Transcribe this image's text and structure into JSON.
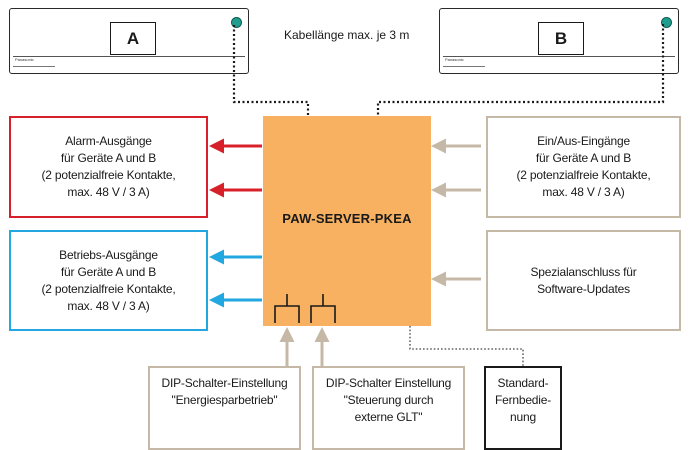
{
  "unit_a": {
    "letter": "A",
    "brand": "Panasonic"
  },
  "unit_b": {
    "letter": "B",
    "brand": "Panasonic"
  },
  "cable_note": "Kabellänge max. je 3 m",
  "server": {
    "label": "PAW-SERVER-PKEA"
  },
  "left_boxes": {
    "alarm": {
      "lines": [
        "Alarm-Ausgänge",
        "für Geräte A und B",
        "(2 potenzialfreie Kontakte,",
        "max. 48 V / 3 A)"
      ]
    },
    "operation": {
      "lines": [
        "Betriebs-Ausgänge",
        "für Geräte A und B",
        "(2 potenzialfreie Kontakte,",
        "max. 48 V / 3 A)"
      ]
    }
  },
  "right_boxes": {
    "onoff": {
      "lines": [
        "Ein/Aus-Eingänge",
        "für Geräte A und B",
        "(2 potenzialfreie Kontakte,",
        "max. 48 V / 3 A)"
      ]
    },
    "special": {
      "lines": [
        "Spezialanschluss für",
        "Software-Updates"
      ]
    }
  },
  "bottom_boxes": {
    "dip_energy": {
      "lines": [
        "DIP-Schalter-Einstellung",
        "\"Energiesparbetrieb\""
      ]
    },
    "dip_glt": {
      "lines": [
        "DIP-Schalter Einstellung",
        "\"Steuerung durch",
        "externe GLT\""
      ]
    },
    "remote": {
      "lines": [
        "Standard-",
        "Fernbedie-",
        "nung"
      ]
    }
  },
  "colors": {
    "server": "#f7b160",
    "alarm": "#d8202a",
    "operation": "#22a7e0",
    "input": "#c6b8a6",
    "led": "#1f9e8e"
  }
}
